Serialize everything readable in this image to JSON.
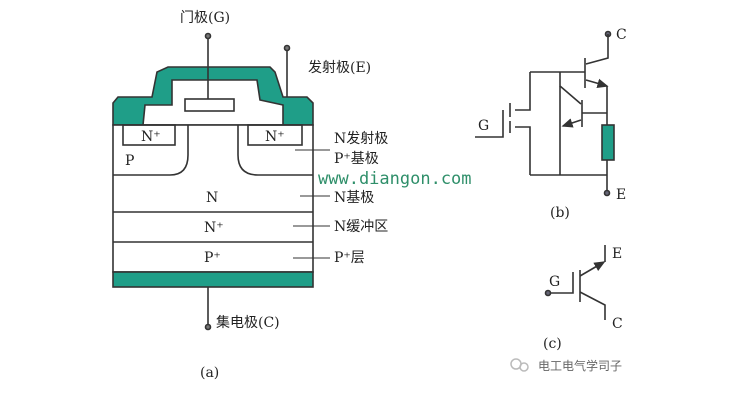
{
  "colors": {
    "metal": "#1f9e88",
    "line": "#333333",
    "watermark": "#2f8f6a"
  },
  "structure": {
    "gate_label": "门极(G)",
    "emitter_label": "发射极(E)",
    "collector_label": "集电极(C)",
    "regions": {
      "n_plus_left": "N⁺",
      "n_plus_right": "N⁺",
      "p": "P",
      "n": "N",
      "n_plus_buffer": "N⁺",
      "p_plus": "P⁺"
    },
    "annotations": [
      "N发射极",
      "P⁺基极",
      "N基极",
      "N缓冲区",
      "P⁺层"
    ],
    "caption": "(a)"
  },
  "equivalent_circuit": {
    "c_label": "C",
    "e_label": "E",
    "g_label": "G",
    "caption": "(b)"
  },
  "symbol": {
    "e_label": "E",
    "c_label": "C",
    "g_label": "G",
    "caption": "(c)"
  },
  "watermark": "www.diangon.com",
  "source_badge": "电工电气学司子"
}
